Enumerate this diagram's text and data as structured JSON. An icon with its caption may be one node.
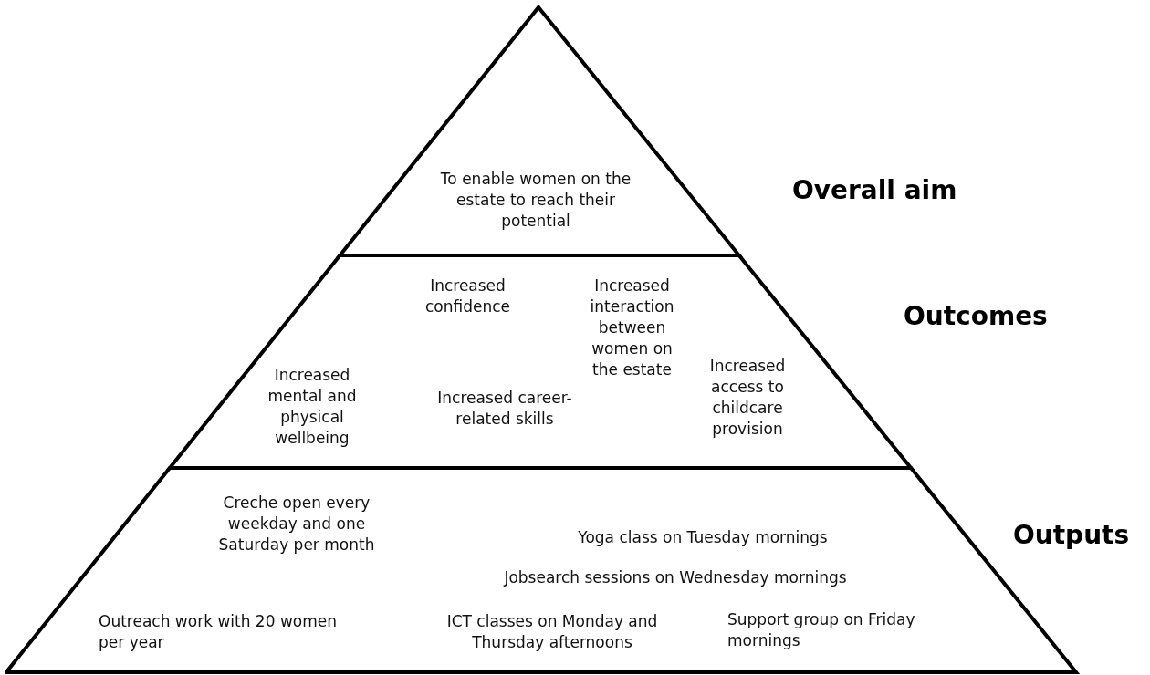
{
  "diagram": {
    "nodes": [
      {
        "text": [
          "To enable women on the estate to reach their potential",
          "Overall aim"
        ]
      },
      {
        "text": [
          "Increased confidence",
          "Increased interaction between women on the estate",
          "Outcomes",
          "Increased mental and physical wellbeing",
          "Increased career-related skills",
          "Increased access to childcare provision"
        ]
      },
      {
        "text": [
          "Creche open every weekday and one Saturday per month",
          "Yoga class on Tuesday mornings",
          "Jobsearch sessions on Wednesday mornings",
          "Outreach work with 20 women per year",
          "ICT classes on Monday and Thursday afternoons",
          "Support group on Friday mornings",
          "Outputs"
        ]
      }
    ],
    "edges": []
  }
}
